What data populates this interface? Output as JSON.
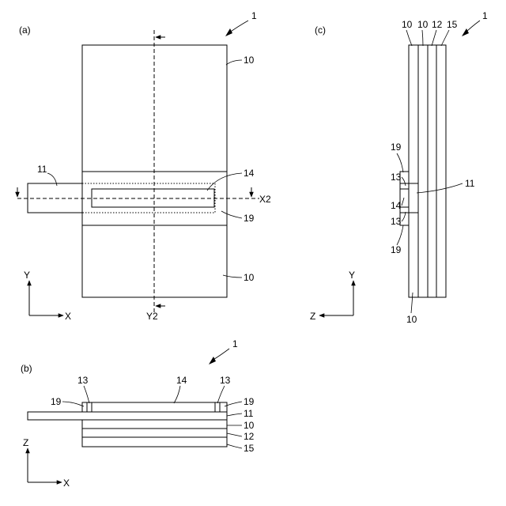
{
  "panels": {
    "a": {
      "label": "(a)",
      "ref": "1"
    },
    "b": {
      "label": "(b)",
      "ref": "1"
    },
    "c": {
      "label": "(c)",
      "ref": "1"
    }
  },
  "refs": {
    "r10": "10",
    "r11": "11",
    "r12": "12",
    "r13": "13",
    "r14": "14",
    "r15": "15",
    "r19": "19"
  },
  "section_marks": {
    "x2": "X2",
    "y2": "Y2"
  },
  "axes": {
    "x": "X",
    "y": "Y",
    "z": "Z"
  }
}
